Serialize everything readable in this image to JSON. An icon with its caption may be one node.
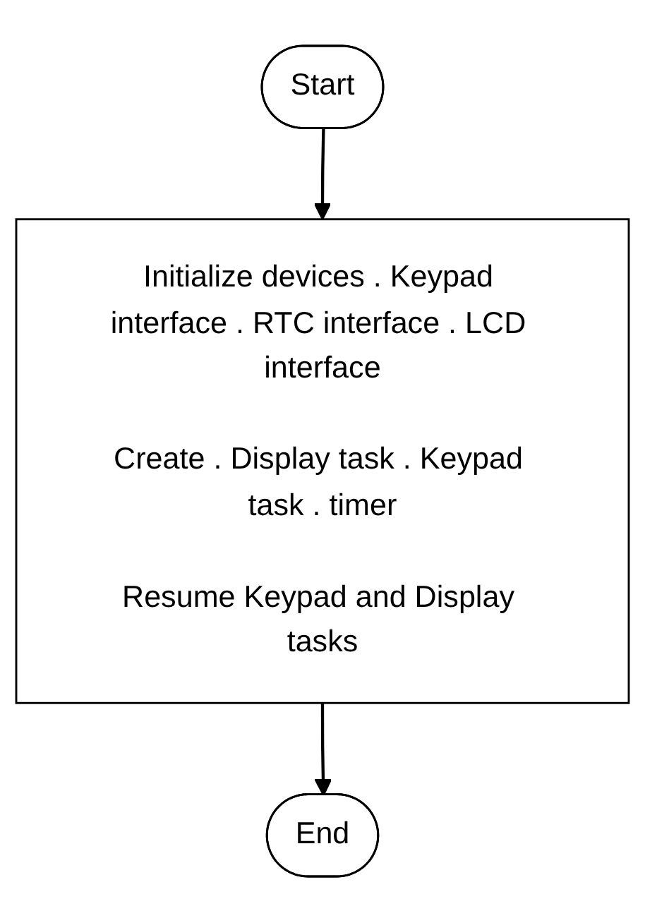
{
  "diagram": {
    "nodes": [
      {
        "text": [
          "Start"
        ]
      },
      {
        "text": [
          "Initialize devices . Keypad interface . RTC interface . LCD interface",
          "Create . Display task . Keypad task . timer",
          "Resume Keypad and Display tasks"
        ]
      },
      {
        "text": [
          "End"
        ]
      }
    ],
    "edges": [
      {
        "from": 0,
        "to": 1,
        "arrow": "to"
      },
      {
        "from": 1,
        "to": 2,
        "arrow": "to"
      }
    ]
  }
}
